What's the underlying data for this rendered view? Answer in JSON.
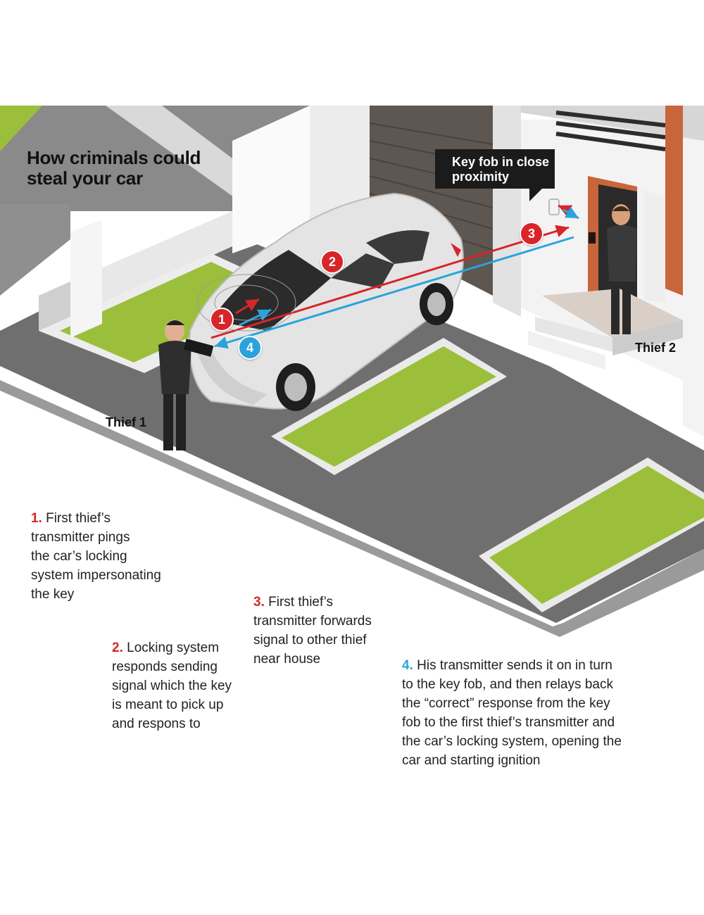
{
  "title": {
    "line1": "How criminals could",
    "line2": "steal your car"
  },
  "callout": {
    "line1": "Key fob in close",
    "line2": "proximity"
  },
  "thief1_label": "Thief 1",
  "thief2_label": "Thief 2",
  "badges": [
    "1",
    "2",
    "3",
    "4"
  ],
  "colors": {
    "red": "#d8252a",
    "blue": "#2aa3dc",
    "grass": "#9bbf3b",
    "asphalt": "#6d6d6d",
    "wall": "#f2f2f2"
  },
  "steps": [
    {
      "num": "1.",
      "lines": [
        "First thief’s",
        "transmitter pings",
        "the car’s locking",
        "system impersonating",
        "the key"
      ]
    },
    {
      "num": "2.",
      "lines": [
        "Locking system",
        "responds sending",
        "signal which the key",
        "is meant to pick up",
        "and respons to"
      ]
    },
    {
      "num": "3.",
      "lines": [
        "First thief’s",
        "transmitter forwards",
        "signal to other thief",
        "near house"
      ]
    },
    {
      "num": "4.",
      "lines": [
        "His transmitter sends it on in turn",
        "to the key fob, and then relays back",
        "the “correct” response from the key",
        "fob to the first thief’s transmitter and",
        "the car’s locking system, opening the",
        "car and starting ignition"
      ]
    }
  ]
}
